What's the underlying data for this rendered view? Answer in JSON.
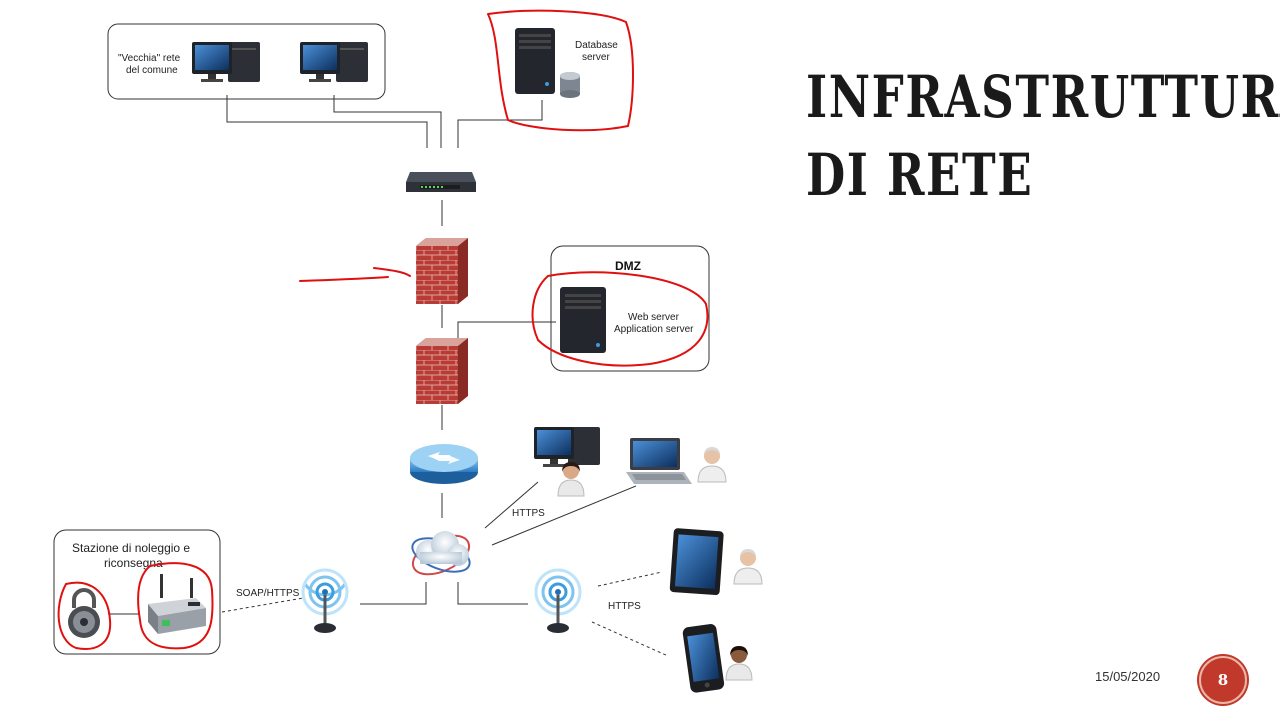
{
  "slide": {
    "title_line1": "INFRASTRUTTURA",
    "title_line2": "DI RETE",
    "date": "15/05/2020",
    "page_number": "8"
  },
  "diagram": {
    "old_network_label_line1": "\"Vecchia\" rete",
    "old_network_label_line2": "del comune",
    "database_label_line1": "Database",
    "database_label_line2": "server",
    "dmz_title": "DMZ",
    "dmz_server_line1": "Web server",
    "dmz_server_line2": "Application server",
    "station_label_line1": "Stazione di noleggio e",
    "station_label_line2": "riconsegna",
    "soap_label": "SOAP/HTTPS",
    "https_label_top": "HTTPS",
    "https_label_bottom": "HTTPS"
  },
  "colors": {
    "annotation_red": "#e01010",
    "firewall_brick": "#b83b35",
    "page_badge": "#c0392b"
  }
}
